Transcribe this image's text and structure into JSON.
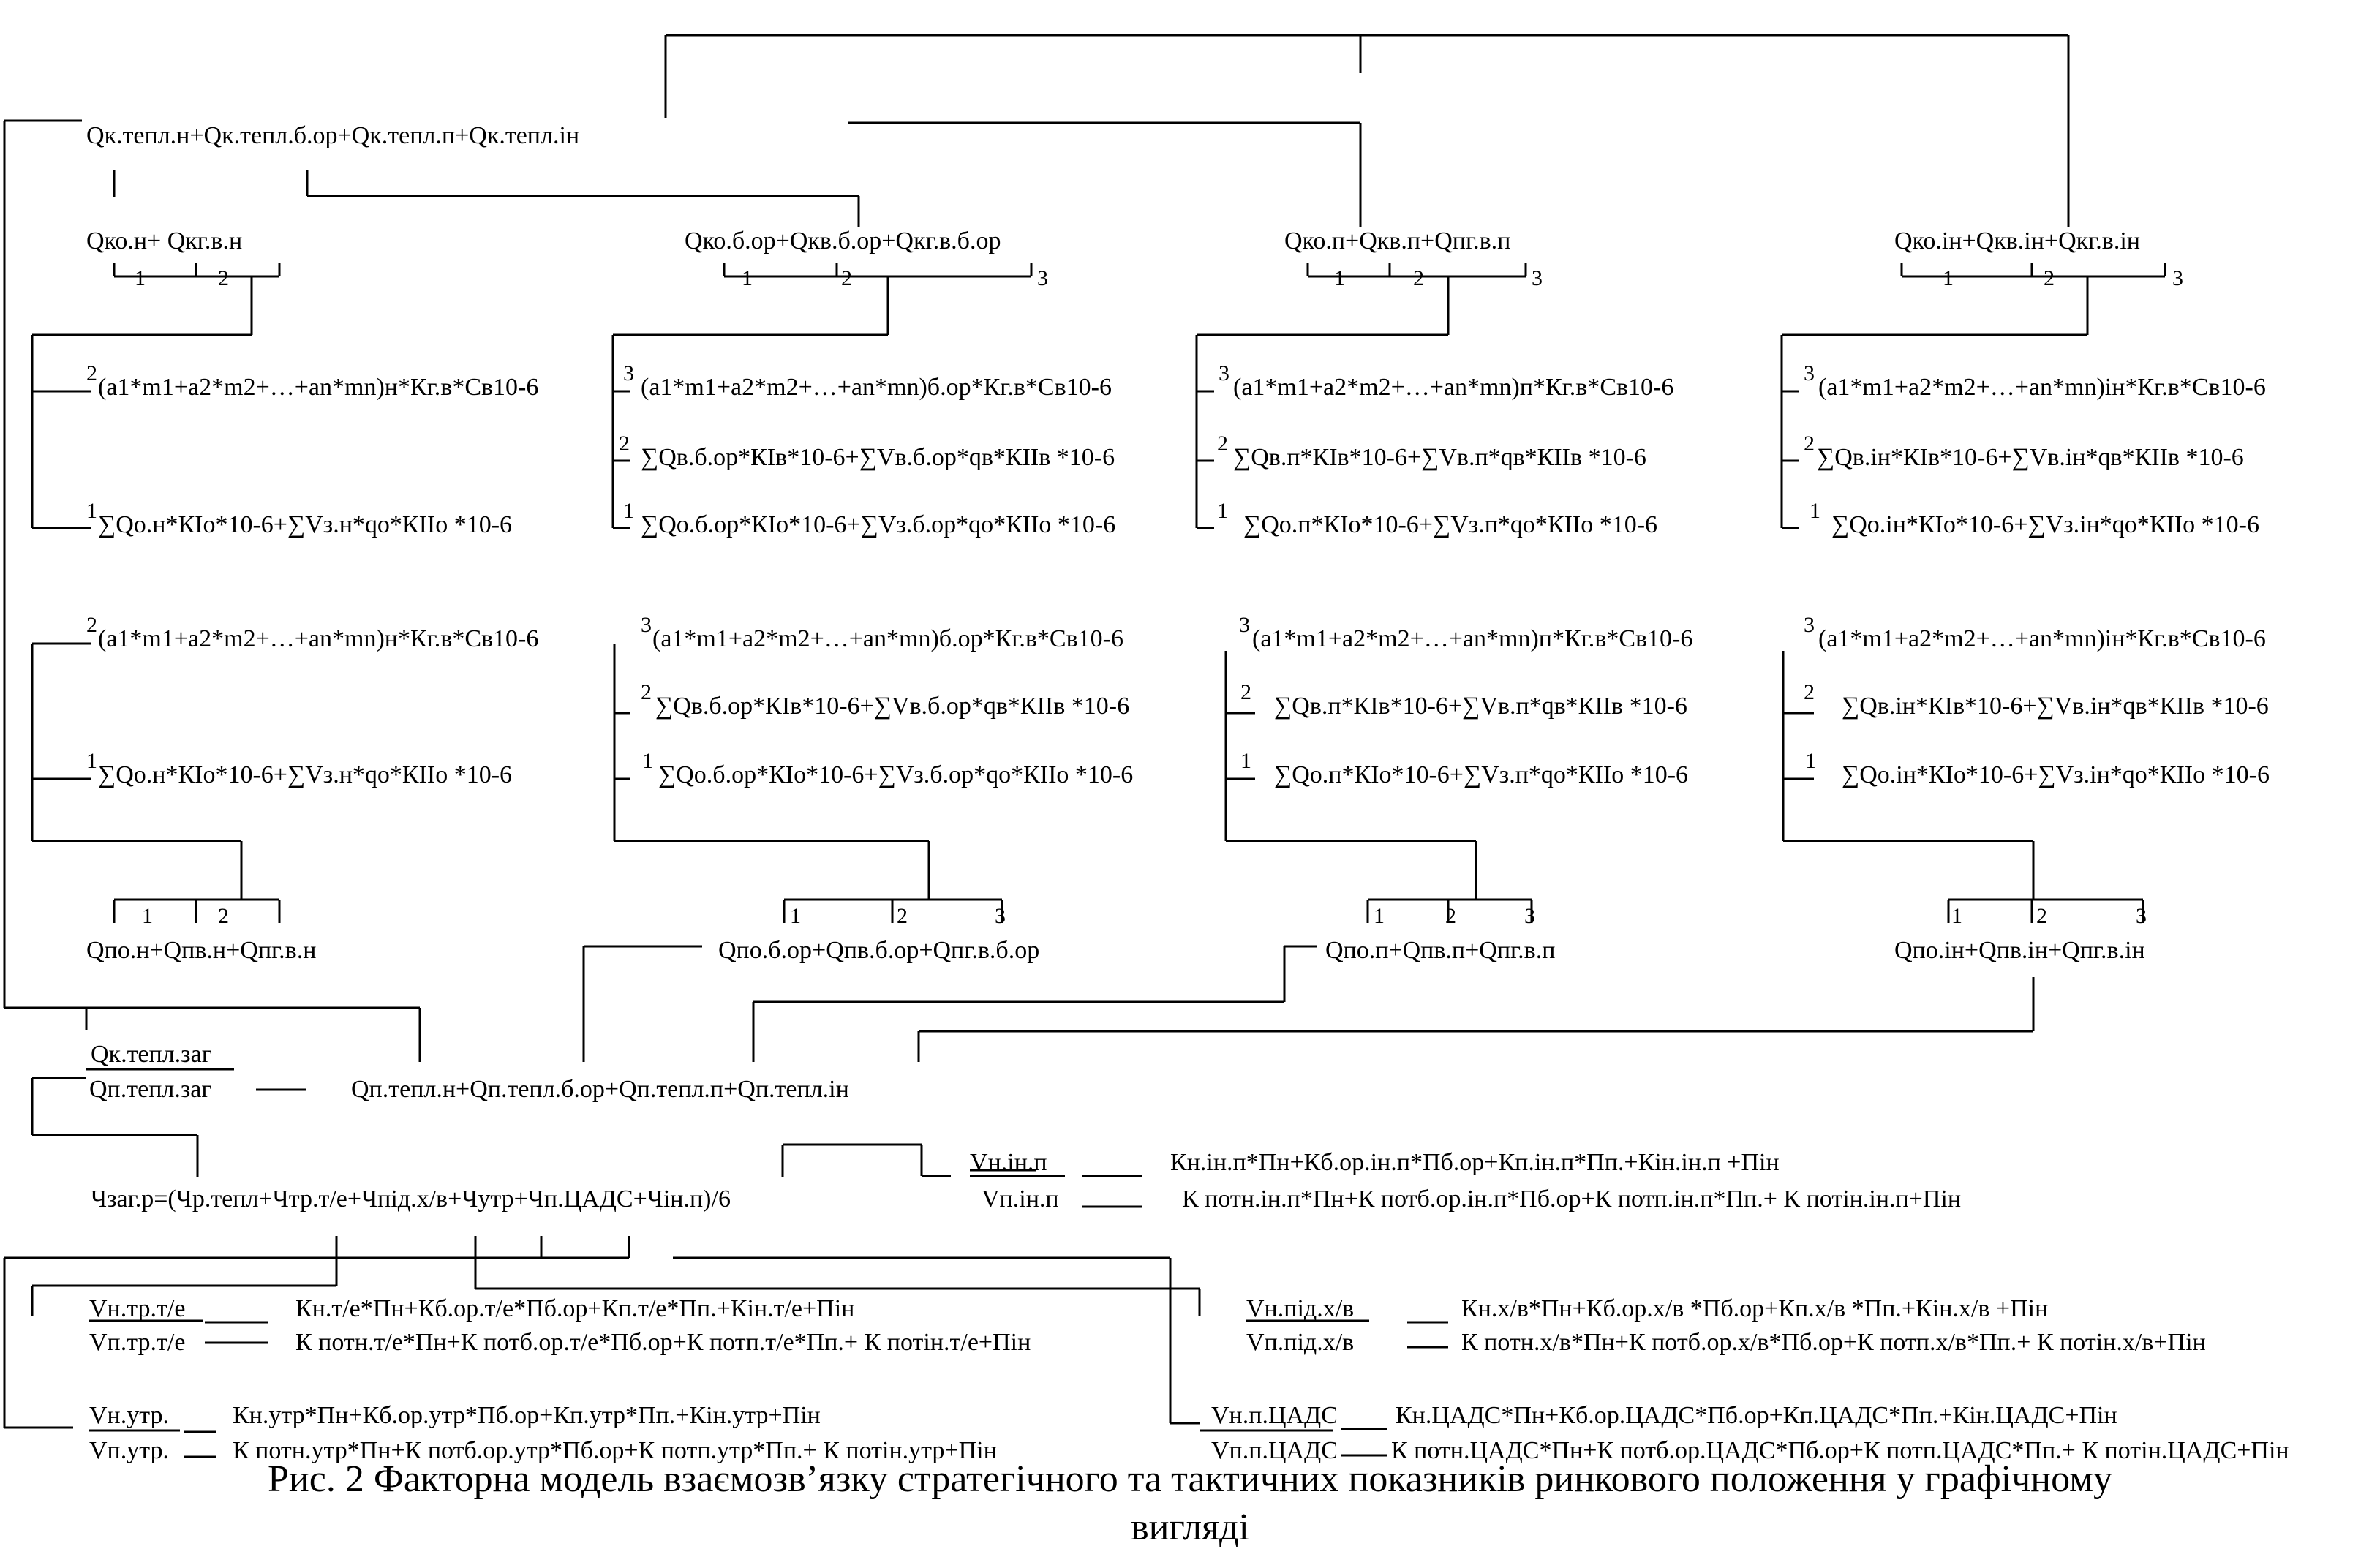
{
  "top": {
    "total_k": "Qк.тепл.н+Qк.тепл.б.ор+Qк.тепл.п+Qк.тепл.ін",
    "k_n": "Qко.н+ Qкг.в.н",
    "k_bor": "Qко.б.ор+Qкв.б.ор+Qкг.в.б.ор",
    "k_p": "Qко.п+Qкв.п+Qпг.в.п",
    "k_in": "Qко.ін+Qкв.ін+Qкг.в.ін"
  },
  "formulas": {
    "a_n": "(a1*m1+a2*m2+…+an*mn)н*Кг.в*Св10-6",
    "a_bor": "(a1*m1+a2*m2+…+an*mn)б.ор*Кг.в*Св10-6",
    "a_p": "(a1*m1+a2*m2+…+an*mn)п*Кг.в*Св10-6",
    "a_in": "(a1*m1+a2*m2+…+an*mn)ін*Кг.в*Св10-6",
    "v_bor": "∑Qв.б.ор*КIв*10-6+∑Vв.б.ор*qв*КIIв *10-6",
    "v_p": "∑Qв.п*КIв*10-6+∑Vв.п*qв*КIIв *10-6",
    "v_in": "∑Qв.ін*КIв*10-6+∑Vв.ін*qв*КIIв *10-6",
    "o_n": "∑Qо.н*КIо*10-6+∑Vз.н*qо*КIIо *10-6",
    "o_bor": "∑Qо.б.ор*КIо*10-6+∑Vз.б.ор*qо*КIIо *10-6",
    "o_p": "∑Qо.п*КIо*10-6+∑Vз.п*qо*КIIо *10-6",
    "o_in": "∑Qо.ін*КIо*10-6+∑Vз.ін*qо*КIIо *10-6"
  },
  "bottom": {
    "p_n": "Qпо.н+Qпв.н+Qпг.в.н",
    "p_bor": "Qпо.б.ор+Qпв.б.ор+Qпг.в.б.ор",
    "p_p": "Qпо.п+Qпв.п+Qпг.в.п",
    "p_in": "Qпо.ін+Qпв.ін+Qпг.в.ін",
    "ratio_num": "Qк.тепл.заг",
    "ratio_den": "Qп.тепл.заг",
    "total_p": "Qп.тепл.н+Qп.тепл.б.ор+Qп.тепл.п+Qп.тепл.ін",
    "chzag": "Чзаг.р=(Чр.тепл+Чтр.т/е+Чпід.х/в+Чутр+Чп.ЦАДС+Чін.п)/6"
  },
  "numbers": {
    "one": "1",
    "two": "2",
    "three": "3"
  },
  "ratios": {
    "in_p": {
      "num": "Vн.ін.п",
      "den": "Vп.ін.п",
      "top": "Кн.ін.п*Пн+Кб.ор.ін.п*Пб.ор+Кп.ін.п*Пп.+Кін.ін.п +Пін",
      "bot": "К потн.ін.п*Пн+К потб.ор.ін.п*Пб.ор+К потп.ін.п*Пп.+ К потін.ін.п+Пін"
    },
    "tr": {
      "num": "Vн.тр.т/е",
      "den": "Vп.тр.т/е",
      "top": "Кн.т/е*Пн+Кб.ор.т/е*Пб.ор+Кп.т/е*Пп.+Кін.т/е+Пін",
      "bot": "К потн.т/е*Пн+К потб.ор.т/е*Пб.ор+К потп.т/е*Пп.+ К потін.т/е+Пін"
    },
    "pid": {
      "num": "Vн.під.х/в",
      "den": "Vп.під.х/в",
      "top": "Кн.х/в*Пн+Кб.ор.х/в *Пб.ор+Кп.х/в *Пп.+Кін.х/в +Пін",
      "bot": "К потн.х/в*Пн+К потб.ор.х/в*Пб.ор+К потп.х/в*Пп.+ К потін.х/в+Пін"
    },
    "utr": {
      "num": "Vн.утр.",
      "den": "Vп.утр.",
      "top": "Кн.утр*Пн+Кб.ор.утр*Пб.ор+Кп.утр*Пп.+Кін.утр+Пін",
      "bot": "К потн.утр*Пн+К потб.ор.утр*Пб.ор+К потп.утр*Пп.+ К потін.утр+Пін"
    },
    "cads": {
      "num": "Vн.п.ЦАДС",
      "den": "Vп.п.ЦАДС",
      "top": "Кн.ЦАДС*Пн+Кб.ор.ЦАДС*Пб.ор+Кп.ЦАДС*Пп.+Кін.ЦАДС+Пін",
      "bot": "К потн.ЦАДС*Пн+К потб.ор.ЦАДС*Пб.ор+К потп.ЦАДС*Пп.+ К потін.ЦАДС+Пін"
    }
  },
  "caption": {
    "line1": "Рис. 2 Факторна модель взаємозв’язку стратегічного та тактичних показників ринкового положення у графічному",
    "line2": "вигляді"
  }
}
